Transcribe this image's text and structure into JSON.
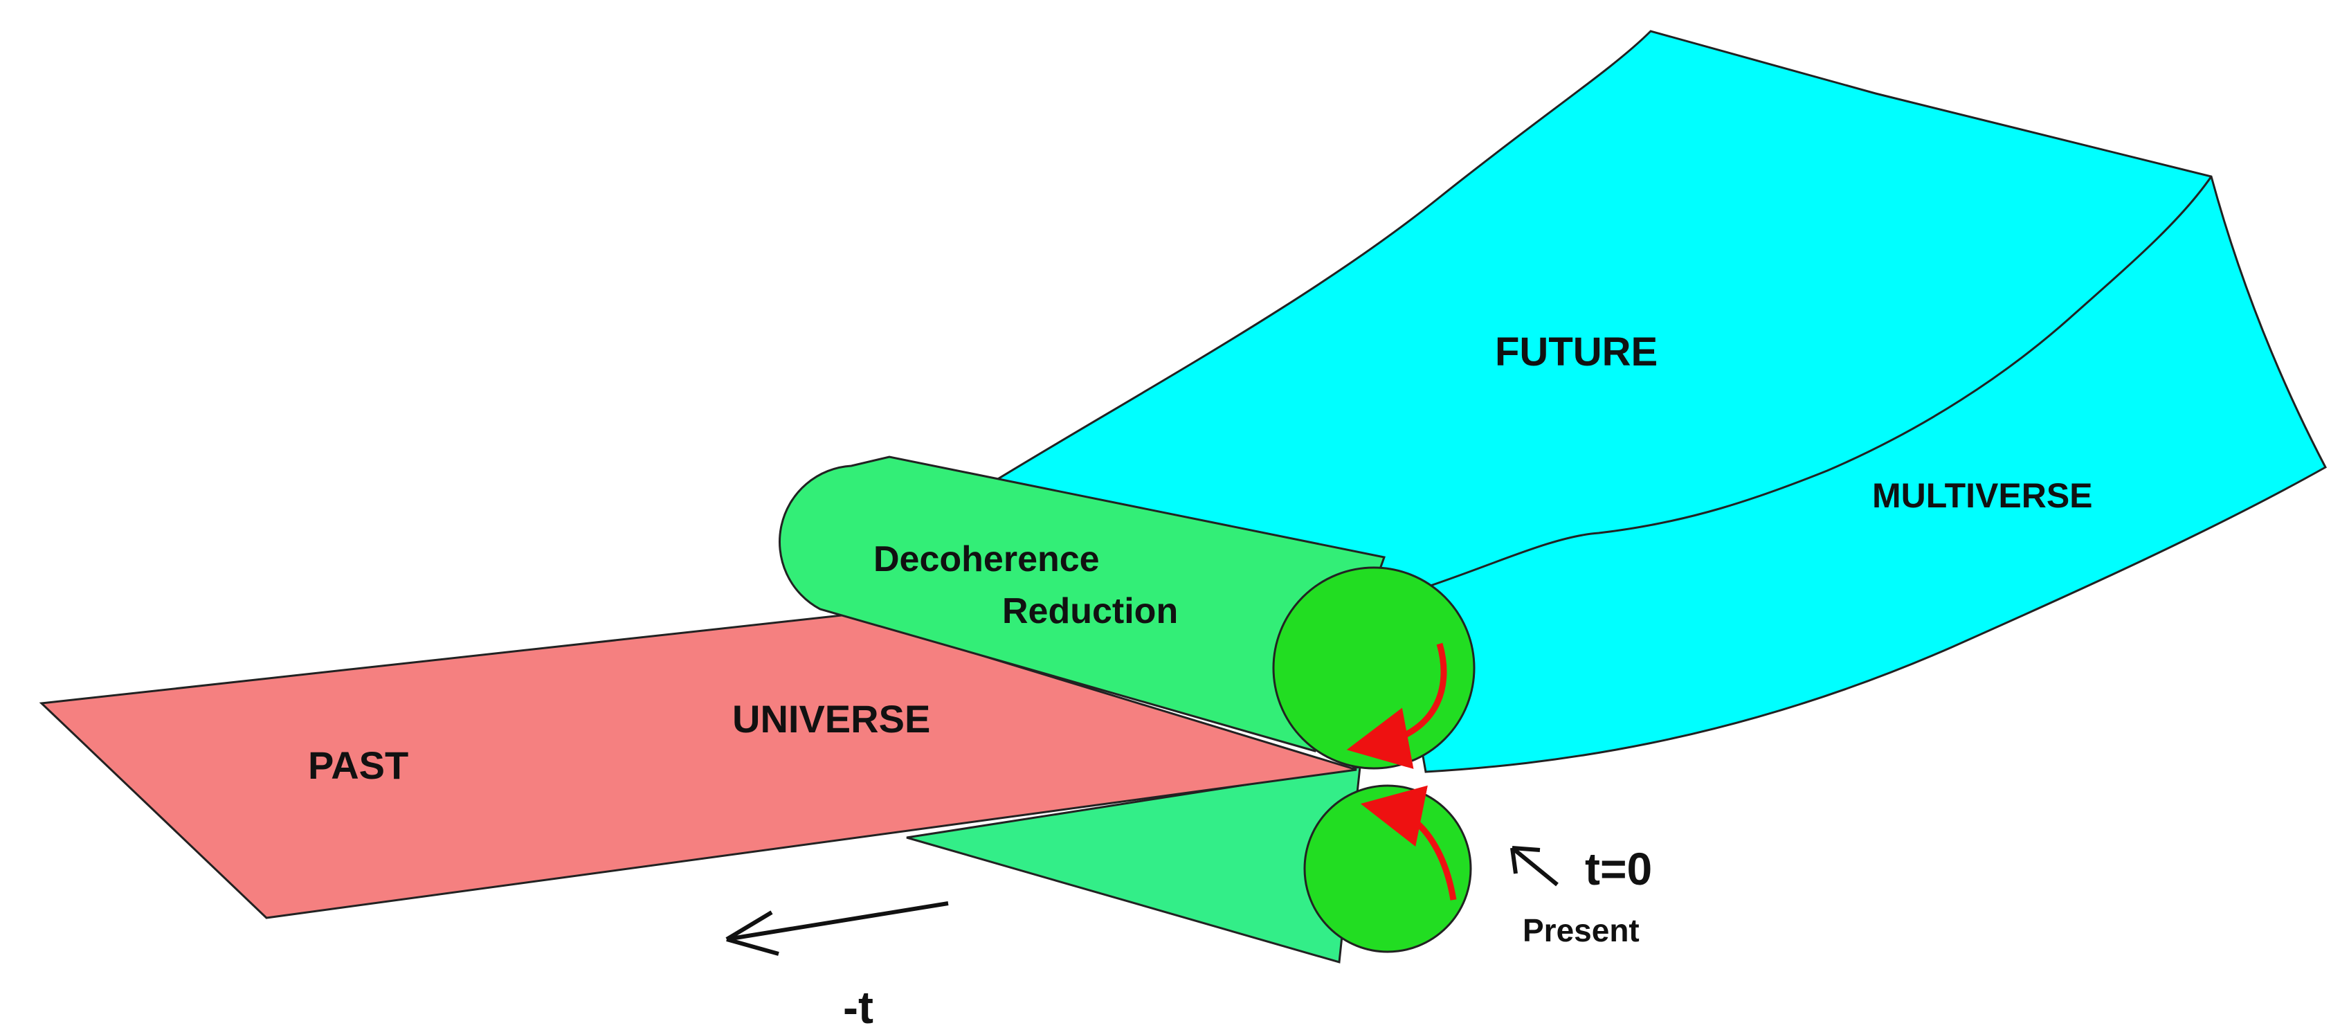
{
  "labels": {
    "future": "FUTURE",
    "multiverse": "MULTIVERSE",
    "decoherence": "Decoherence",
    "reduction": "Reduction",
    "universe": "UNIVERSE",
    "past": "PAST",
    "t_zero": "t=0",
    "present": "Present",
    "neg_t": "-t"
  },
  "colors": {
    "future_sheet": "#00ffff",
    "past_sheet": "#f58080",
    "roller_body": "#33ee77",
    "roller_end": "#22dd22",
    "lower_sheet": "#33ee88",
    "rotation_arrow": "#ee1111",
    "outline": "#222222"
  }
}
